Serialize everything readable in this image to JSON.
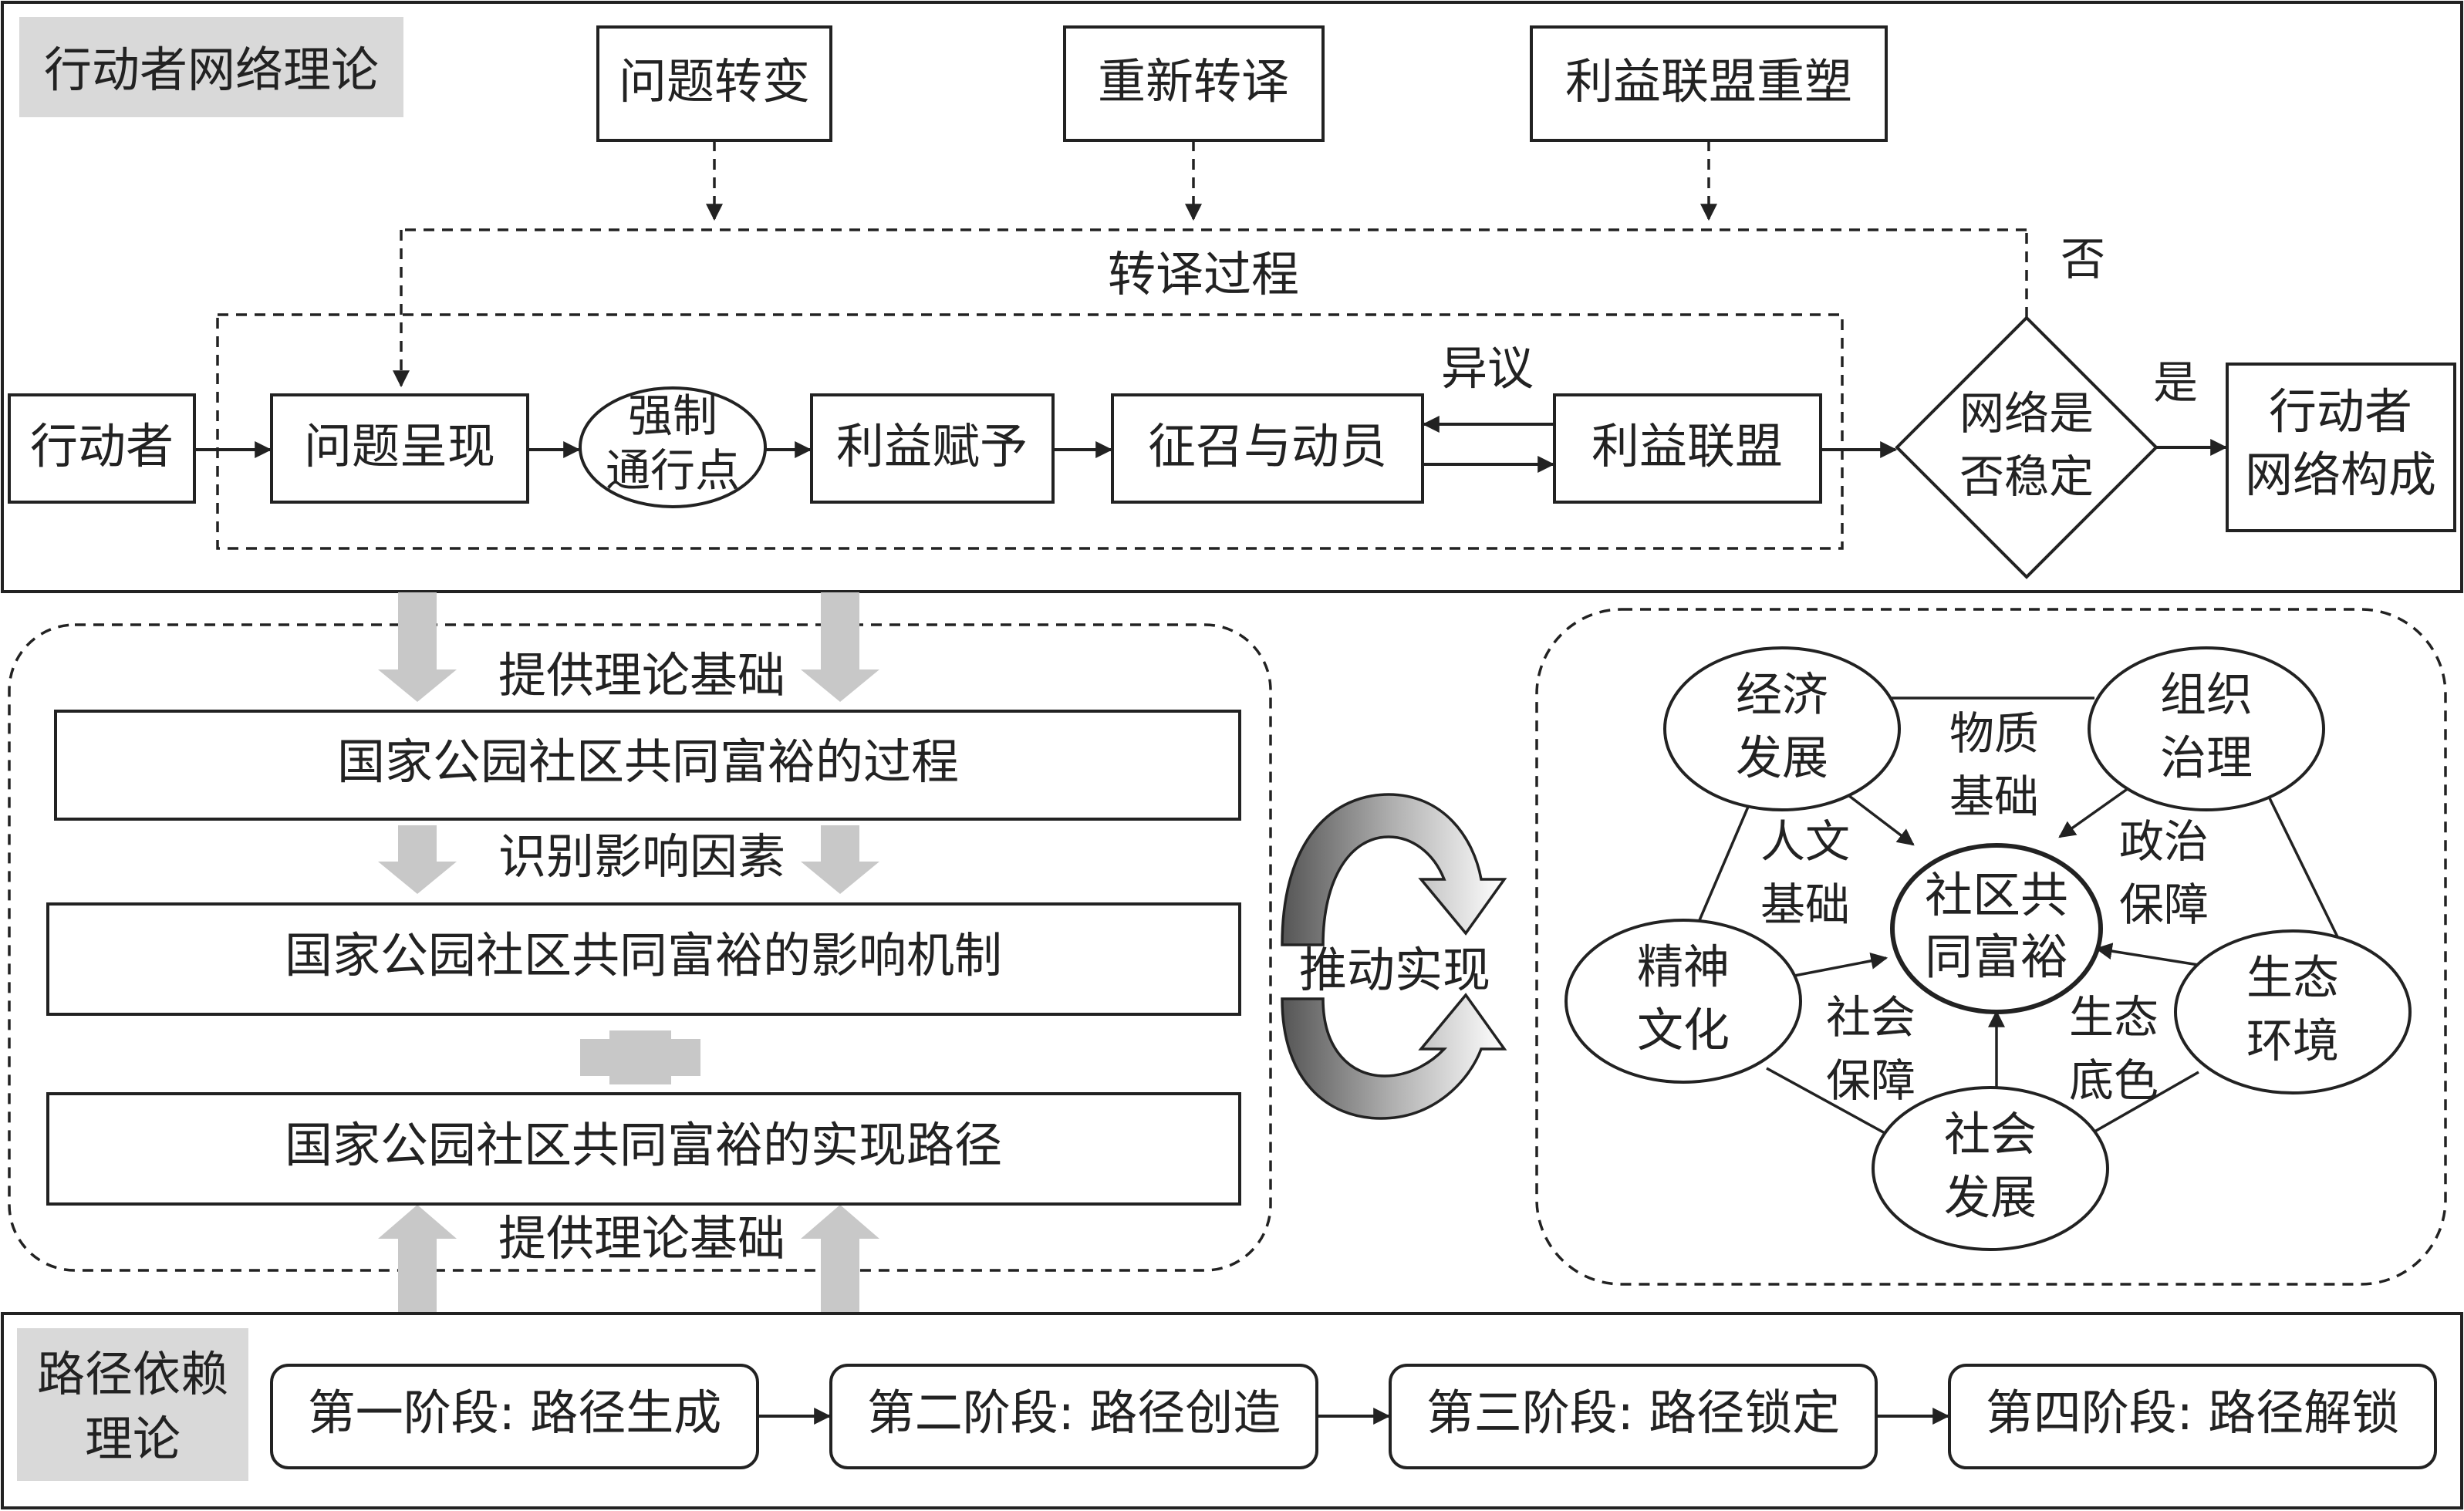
{
  "ant": {
    "section_label": "行动者网络理论",
    "top_problem_shift": "问题转变",
    "top_retranslate": "重新转译",
    "top_reshape_alliance": "利益联盟重塑",
    "translation_process": "转译过程",
    "actor": "行动者",
    "problematization": "问题呈现",
    "opp_line1": "强制",
    "opp_line2": "通行点",
    "interessement": "利益赋予",
    "enrolment": "征召与动员",
    "interest_alliance": "利益联盟",
    "objection": "异议",
    "decision_line1": "网络是",
    "decision_line2": "否稳定",
    "no_label": "否",
    "yes_label": "是",
    "network_line1": "行动者",
    "network_line2": "网络构成"
  },
  "middle": {
    "theory_basis_top": "提供理论基础",
    "process": "国家公园社区共同富裕的过程",
    "identify_factors": "识别影响因素",
    "mechanism": "国家公园社区共同富裕的影响机制",
    "plus_sign": "+",
    "realization_path": "国家公园社区共同富裕的实现路径",
    "theory_basis_bottom": "提供理论基础",
    "promote": "推动实现"
  },
  "right": {
    "center_line1": "社区共",
    "center_line2": "同富裕",
    "economy_line1": "经济",
    "economy_line2": "发展",
    "organization_line1": "组织",
    "organization_line2": "治理",
    "ecology_line1": "生态",
    "ecology_line2": "环境",
    "social_line1": "社会",
    "social_line2": "发展",
    "spirit_line1": "精神",
    "spirit_line2": "文化",
    "material_line1": "物质",
    "material_line2": "基础",
    "political_line1": "政治",
    "political_line2": "保障",
    "ecobase_line1": "生态",
    "ecobase_line2": "底色",
    "socialsec_line1": "社会",
    "socialsec_line2": "保障",
    "humanities_line1": "人文",
    "humanities_line2": "基础"
  },
  "path_dependence": {
    "section_line1": "路径依赖",
    "section_line2": "理论",
    "stage1": "第一阶段: 路径生成",
    "stage2": "第二阶段: 路径创造",
    "stage3": "第三阶段: 路径锁定",
    "stage4": "第四阶段: 路径解锁"
  }
}
